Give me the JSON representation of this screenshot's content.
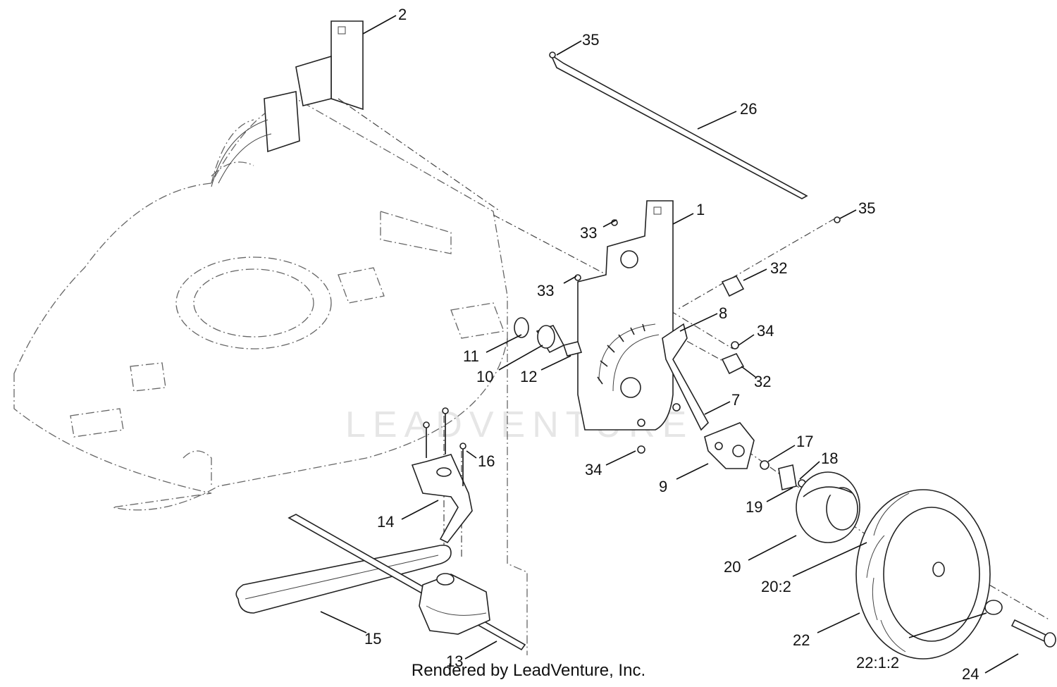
{
  "diagram": {
    "callouts": [
      {
        "id": "c-2",
        "text": "2"
      },
      {
        "id": "c-35a",
        "text": "35"
      },
      {
        "id": "c-26",
        "text": "26"
      },
      {
        "id": "c-35b",
        "text": "35"
      },
      {
        "id": "c-1",
        "text": "1"
      },
      {
        "id": "c-33a",
        "text": "33"
      },
      {
        "id": "c-33b",
        "text": "33"
      },
      {
        "id": "c-32a",
        "text": "32"
      },
      {
        "id": "c-8",
        "text": "8"
      },
      {
        "id": "c-34a",
        "text": "34"
      },
      {
        "id": "c-32b",
        "text": "32"
      },
      {
        "id": "c-11",
        "text": "11"
      },
      {
        "id": "c-10",
        "text": "10"
      },
      {
        "id": "c-12",
        "text": "12"
      },
      {
        "id": "c-7",
        "text": "7"
      },
      {
        "id": "c-34b",
        "text": "34"
      },
      {
        "id": "c-17",
        "text": "17"
      },
      {
        "id": "c-18",
        "text": "18"
      },
      {
        "id": "c-9",
        "text": "9"
      },
      {
        "id": "c-16",
        "text": "16"
      },
      {
        "id": "c-19",
        "text": "19"
      },
      {
        "id": "c-14",
        "text": "14"
      },
      {
        "id": "c-20",
        "text": "20"
      },
      {
        "id": "c-20-2",
        "text": "20:2"
      },
      {
        "id": "c-15",
        "text": "15"
      },
      {
        "id": "c-22",
        "text": "22"
      },
      {
        "id": "c-13",
        "text": "13"
      },
      {
        "id": "c-22-1-2",
        "text": "22:1:2"
      },
      {
        "id": "c-24",
        "text": "24"
      }
    ],
    "watermark": "LEADVENTURE",
    "footer": "Rendered by LeadVenture, Inc."
  }
}
